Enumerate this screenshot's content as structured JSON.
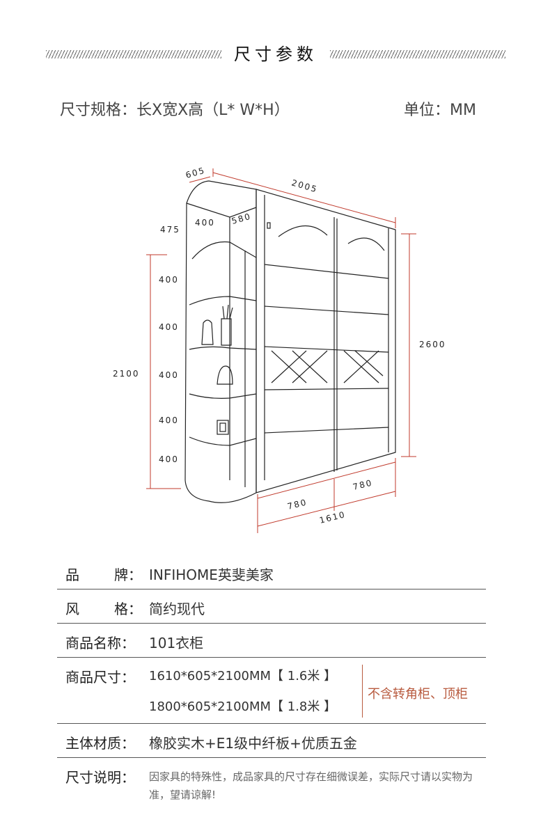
{
  "header": {
    "title": "尺寸参数"
  },
  "spec": {
    "format": "尺寸规格：长X宽X高（L* W*H）",
    "unit": "单位：MM"
  },
  "drawing": {
    "dims": {
      "depth": "605",
      "width": "2005",
      "inner_depth": "400",
      "corner": "580",
      "top_height": "475",
      "shelf_1": "400",
      "shelf_2": "400",
      "shelf_3": "400",
      "shelf_4": "400",
      "shelf_5": "400",
      "total_height": "2100",
      "max_height": "2600",
      "door_left": "780",
      "door_right": "780",
      "body_width": "1610"
    }
  },
  "info": {
    "brand": {
      "label_a": "品",
      "label_b": "牌：",
      "value": "INFIHOME英斐美家"
    },
    "style": {
      "label_a": "风",
      "label_b": "格：",
      "value": "简约现代"
    },
    "name": {
      "label": "商品名称：",
      "value": "101衣柜"
    },
    "size": {
      "label": "商品尺寸：",
      "value_1": "1610*605*2100MM【 1.6米 】",
      "value_2": "1800*605*2100MM【 1.8米 】",
      "note": "不含转角柜、顶柜"
    },
    "material": {
      "label": "主体材质：",
      "value": "橡胶实木+E1级中纤板+优质五金"
    },
    "note": {
      "label": "尺寸说明：",
      "value": "因家具的特殊性，成品家具的尺寸存在细微误差，实际尺寸请以实物为准，望请谅解!"
    }
  },
  "colors": {
    "accent": "#b85a3e",
    "dimension_line": "#c0392b"
  }
}
